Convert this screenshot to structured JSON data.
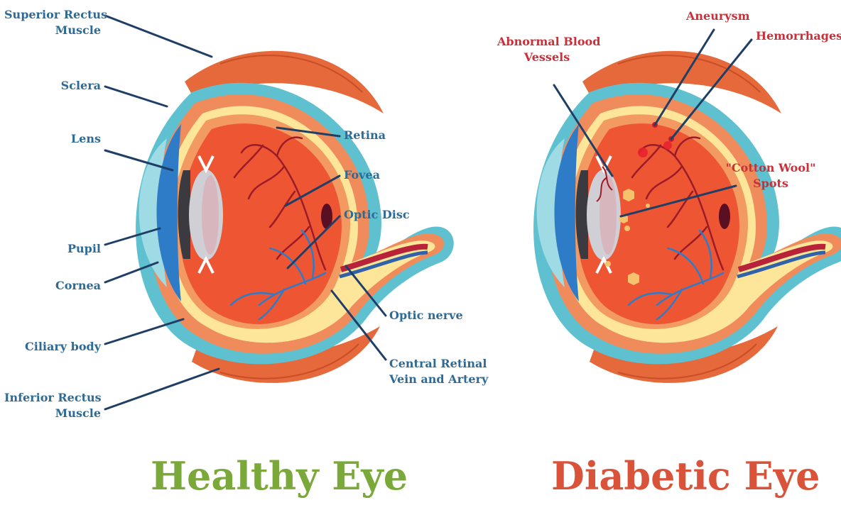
{
  "healthy": {
    "title": "Healthy Eye",
    "labels": {
      "superior_rectus": [
        "Superior Rectus",
        "Muscle"
      ],
      "sclera": "Sclera",
      "lens": "Lens",
      "pupil": "Pupil",
      "cornea": "Cornea",
      "ciliary_body": "Ciliary body",
      "inferior_rectus": [
        "Inferior Rectus",
        "Muscle"
      ],
      "retina": "Retina",
      "fovea": "Fovea",
      "optic_disc": "Optic Disc",
      "optic_nerve": "Optic nerve",
      "central_retinal": [
        "Central Retinal",
        "Vein and Artery"
      ]
    }
  },
  "diabetic": {
    "title": "Diabetic Eye",
    "labels": {
      "abnormal_vessels": [
        "Abnormal Blood",
        "Vessels"
      ],
      "aneurysm": "Aneurysm",
      "hemorrhages": "Hemorrhages",
      "cotton_wool": [
        "\"Cotton Wool\"",
        "Spots"
      ]
    }
  },
  "colors": {
    "healthy_title": "#7aa83a",
    "diabetic_title": "#d9533a",
    "healthy_label": "#2d6a96",
    "diabetic_label": "#c8303a",
    "leader_line": "#1f3f66",
    "muscle": "#e26a3c",
    "outer_teal": "#5fc1cf",
    "sclera_orange": "#f08a5a",
    "retina_yellow": "#fde79a",
    "vitreous": "#ef5a35",
    "cornea_blue": "#2e7cc8",
    "lens": "#c9c9cf"
  }
}
